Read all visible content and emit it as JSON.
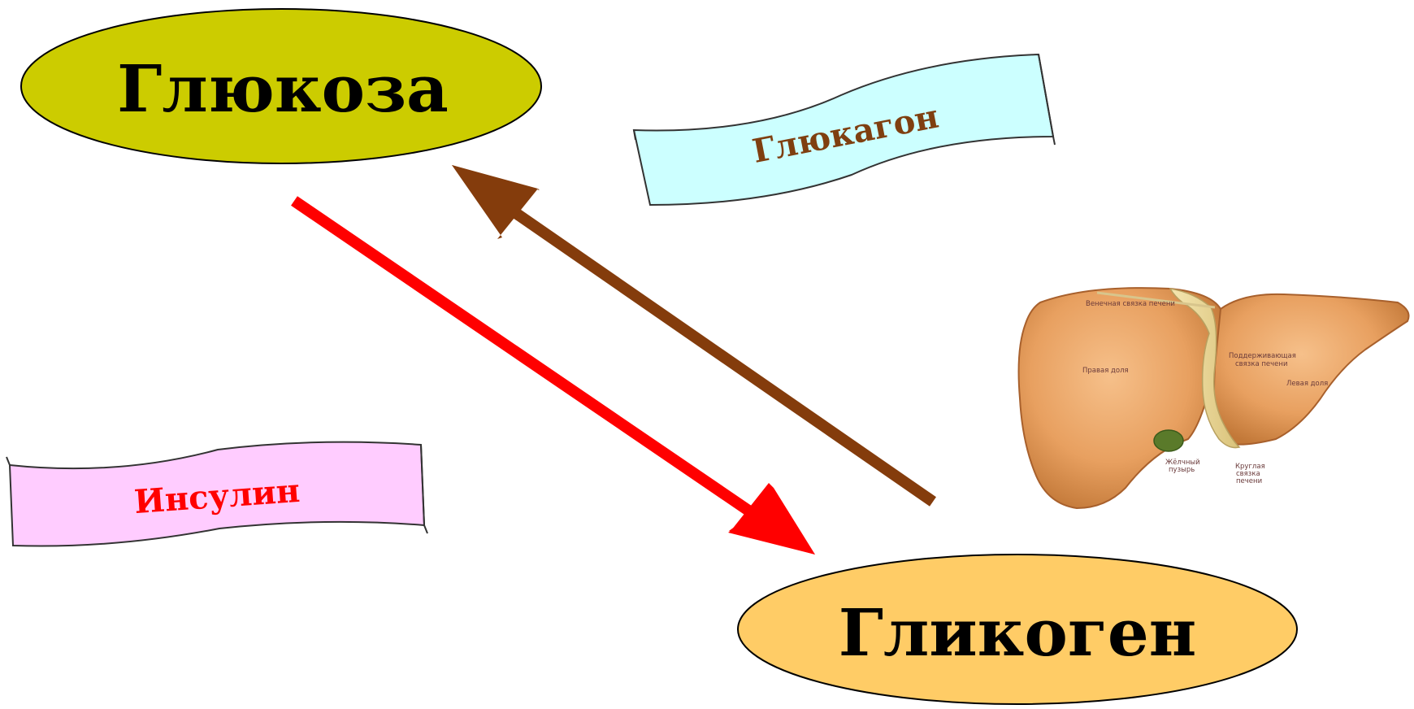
{
  "diagram": {
    "nodes": {
      "glucose": {
        "label": "Глюкоза",
        "fill": "#cccc00"
      },
      "glycogen": {
        "label": "Гликоген",
        "fill": "#ffcc66"
      }
    },
    "banners": {
      "glucagon": {
        "label": "Глюкагон",
        "fill": "#ccffff",
        "text_color": "#7f3f10"
      },
      "insulin": {
        "label": "Инсулин",
        "fill": "#ffccff",
        "text_color": "#ff0000"
      }
    },
    "arrows": {
      "insulin_arrow": {
        "from": "glucose",
        "to": "glycogen",
        "color": "#ff0000"
      },
      "glucagon_arrow": {
        "from": "glycogen",
        "to": "glucose",
        "color": "#843c0c"
      }
    },
    "liver": {
      "colors": {
        "body": "#e8a060",
        "outline": "#a8602c",
        "gallbladder": "#5a7a2a",
        "label": "#6a3a3a"
      },
      "labels": {
        "coronary": "Венечная связка печени",
        "right_lobe": "Правая доля",
        "falciform_1": "Поддерживающая",
        "falciform_2": "связка печени",
        "left_lobe": "Левая доля",
        "gallbladder_1": "Жёлчный",
        "gallbladder_2": "пузырь",
        "round_1": "Круглая",
        "round_2": "связка",
        "round_3": "печени"
      }
    }
  }
}
